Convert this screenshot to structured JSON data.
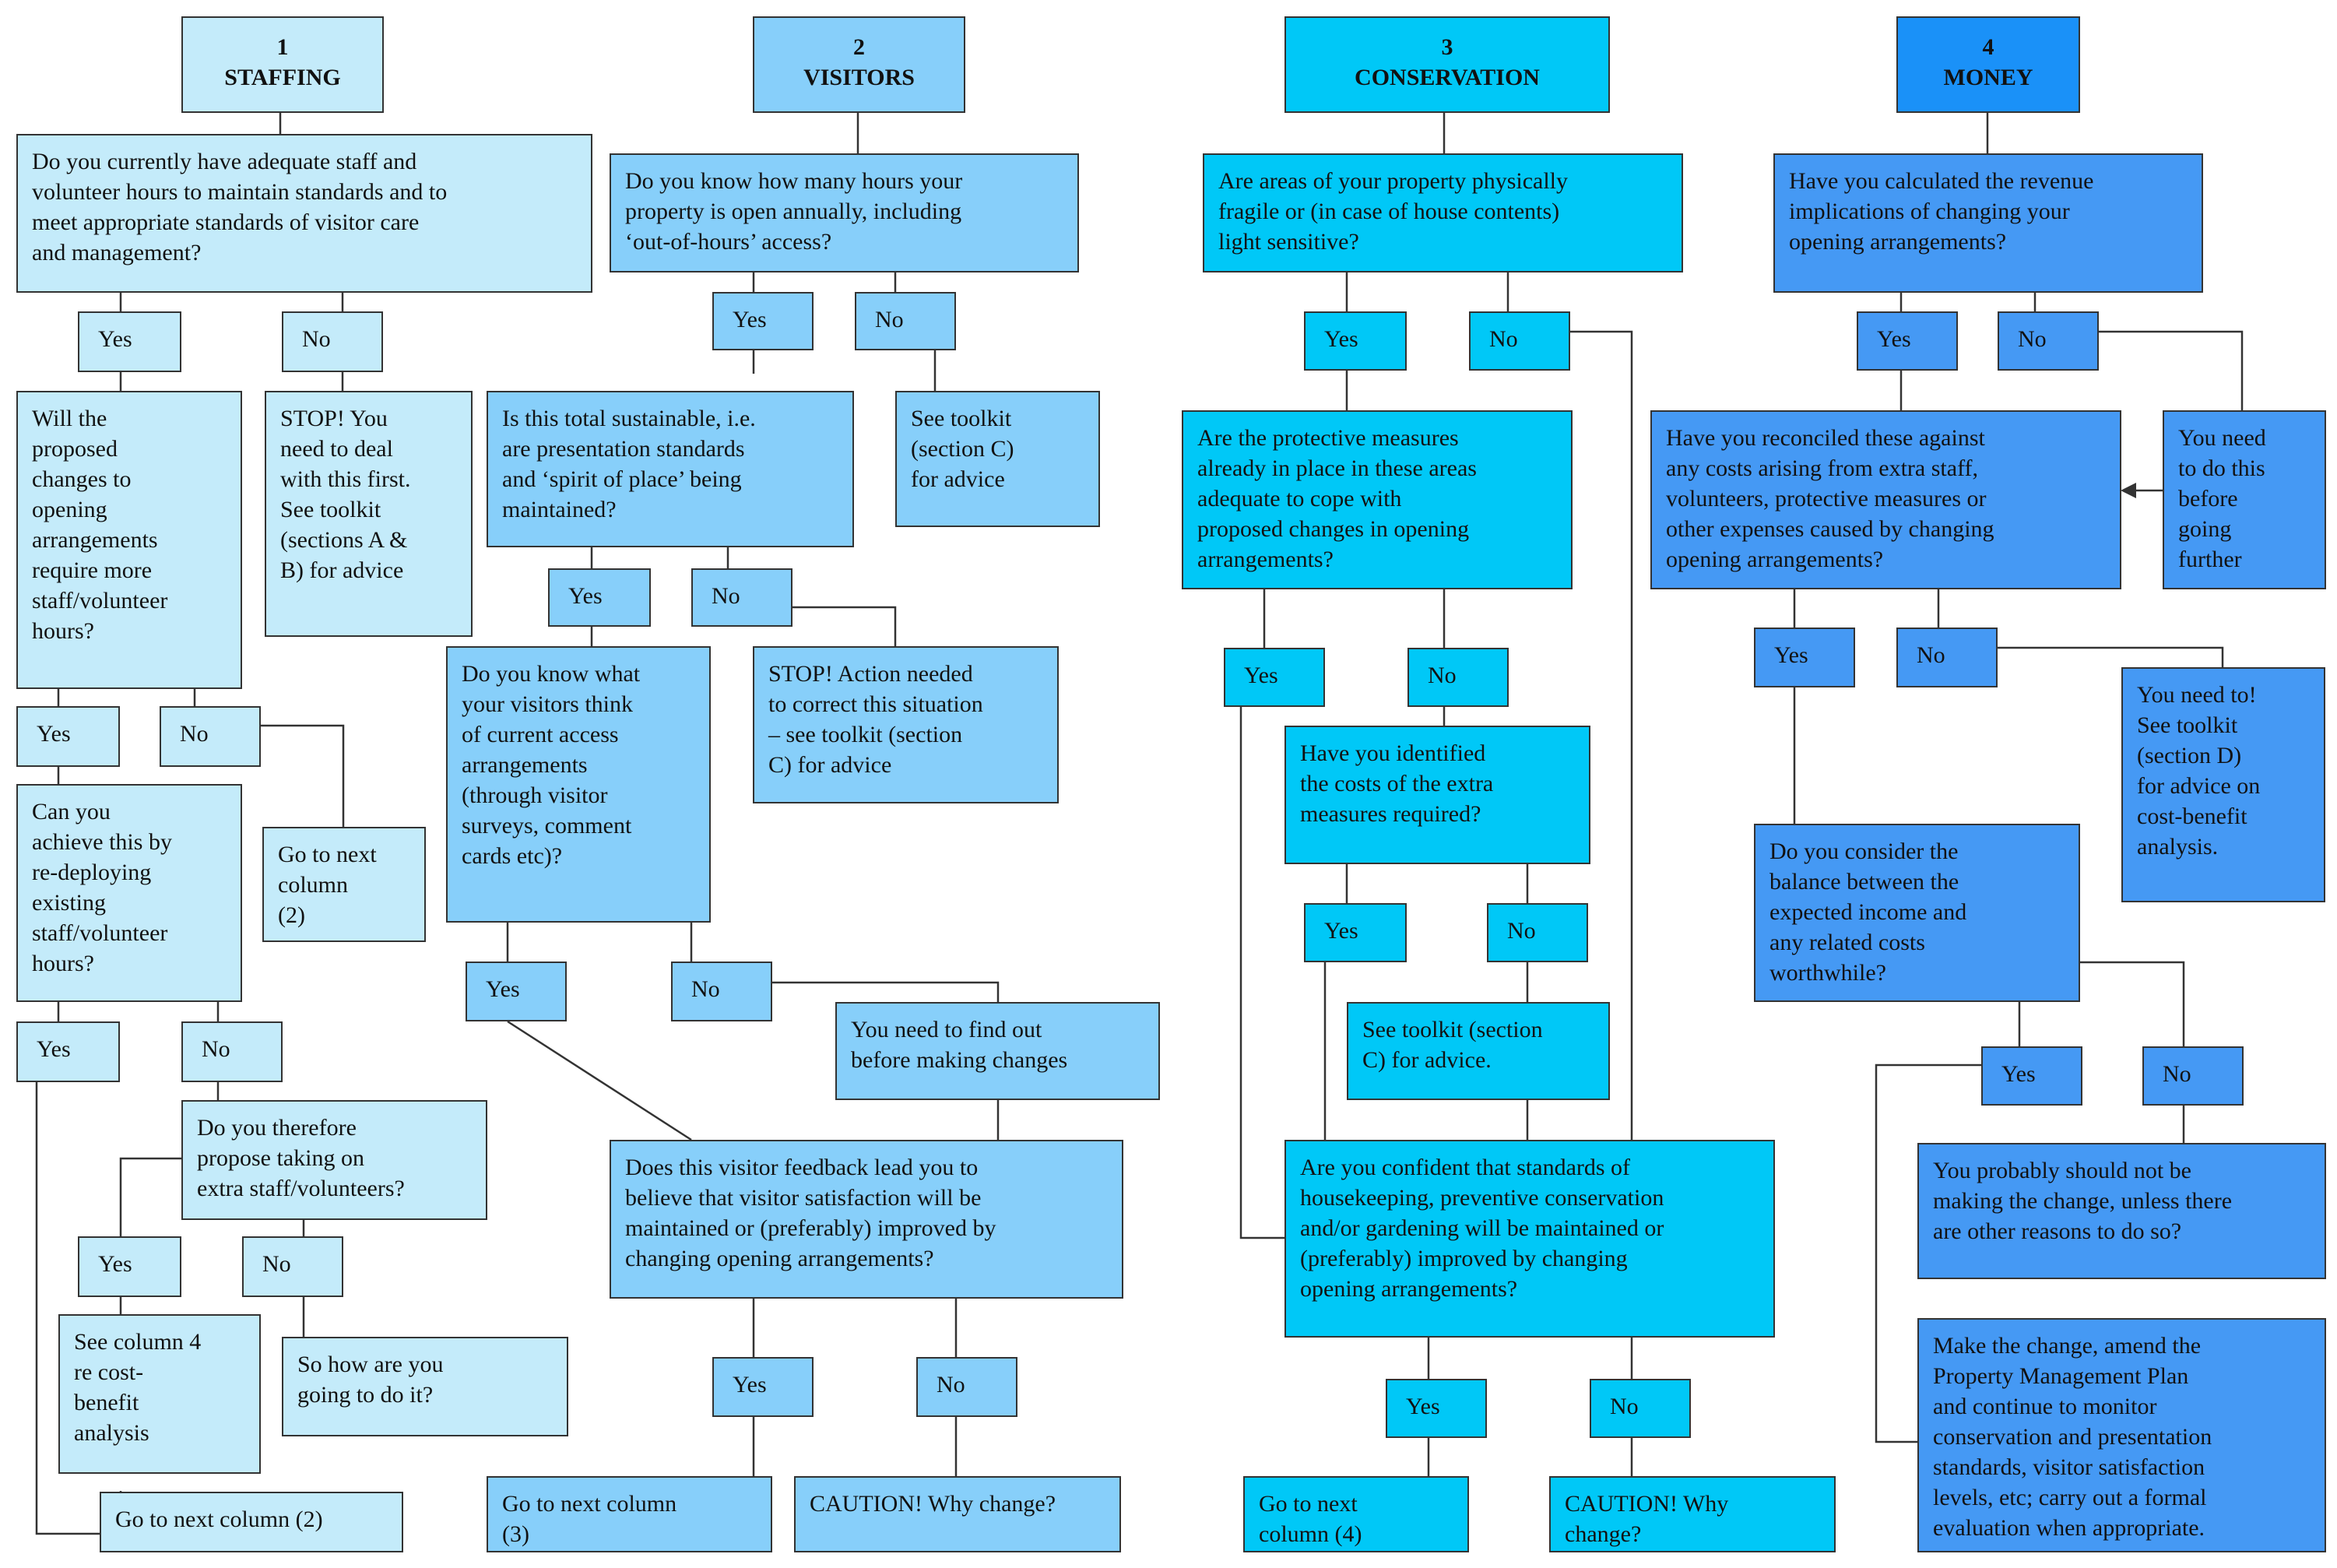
{
  "colors": {
    "col1": "#c4ebfa",
    "col2": "#87cffa",
    "col3": "#00c8f7",
    "col4": "#4599f4",
    "col4_header": "#1a91f8",
    "line": "#333333"
  },
  "col1": {
    "header": "1\nSTAFFING",
    "q1": "Do you currently have adequate staff and\nvolunteer hours to maintain standards and to\nmeet appropriate standards of visitor care\nand management?",
    "q1_yes": "Yes",
    "q1_no": "No",
    "stop": "STOP! You\nneed to deal\nwith this first.\nSee toolkit\n(sections A &\nB) for advice",
    "q2": "Will the\nproposed\nchanges to\nopening\narrangements\nrequire more\nstaff/volunteer\nhours?",
    "q2_yes": "Yes",
    "q2_no": "No",
    "next_col_a": "Go to next\ncolumn\n(2)",
    "q3": "Can you\nachieve this by\nre-deploying\nexisting\nstaff/volunteer\nhours?",
    "q3_yes": "Yes",
    "q3_no": "No",
    "q4": "Do you therefore\npropose taking on\nextra staff/volunteers?",
    "q4_yes": "Yes",
    "q4_no": "No",
    "see_col4": "See column 4\nre cost-\nbenefit\nanalysis",
    "how": "So how are you\ngoing to do it?",
    "next_col_b": "Go to next column (2)"
  },
  "col2": {
    "header": "2\nVISITORS",
    "q1": "Do you know how many hours your\nproperty is open annually, including\n‘out-of-hours’ access?",
    "q1_yes": "Yes",
    "q1_no": "No",
    "toolkit_c": "See toolkit\n(section C)\nfor advice",
    "q2": "Is this total sustainable, i.e.\nare presentation standards\nand ‘spirit of place’ being\nmaintained?",
    "q2_yes": "Yes",
    "q2_no": "No",
    "stop": "STOP!  Action needed\nto correct this situation\n– see toolkit (section\nC) for advice",
    "q3": "Do you know what\nyour visitors think\nof current access\narrangements\n(through visitor\nsurveys, comment\ncards etc)?",
    "q3_yes": "Yes",
    "q3_no": "No",
    "find_out": "You need to find out\nbefore making changes",
    "q4": "Does this visitor feedback lead you to\nbelieve that visitor satisfaction will be\nmaintained or (preferably) improved by\nchanging opening arrangements?",
    "q4_yes": "Yes",
    "q4_no": "No",
    "next_col": "Go to next column\n(3)",
    "caution": "CAUTION! Why change?"
  },
  "col3": {
    "header": "3\nCONSERVATION",
    "q1": "Are areas of your property physically\nfragile or (in case of house contents)\nlight sensitive?",
    "q1_yes": "Yes",
    "q1_no": "No",
    "q2": "Are the protective measures\nalready in place in these areas\nadequate to cope with\nproposed changes in opening\narrangements?",
    "q2_yes": "Yes",
    "q2_no": "No",
    "q3": "Have you identified\nthe costs of the extra\nmeasures required?",
    "q3_yes": "Yes",
    "q3_no": "No",
    "toolkit_c": "See toolkit (section\nC) for advice.",
    "q4": "Are you confident that standards of\nhousekeeping, preventive conservation\nand/or gardening will be maintained or\n(preferably) improved by changing\nopening arrangements?",
    "q4_yes": "Yes",
    "q4_no": "No",
    "next_col": "Go to next\ncolumn (4)",
    "caution": "CAUTION! Why\nchange?"
  },
  "col4": {
    "header": "4\nMONEY",
    "q1": "Have you calculated the revenue\nimplications of changing your\nopening arrangements?",
    "q1_yes": "Yes",
    "q1_no": "No",
    "need_do": "You need\nto do this\nbefore\ngoing\nfurther",
    "q2": "Have you reconciled these against\nany costs arising from extra staff,\nvolunteers, protective measures or\nother expenses caused by changing\nopening arrangements?",
    "q2_yes": "Yes",
    "q2_no": "No",
    "need_to": "You need to!\nSee toolkit\n(section D)\nfor advice on\ncost-benefit\nanalysis.",
    "q3": "Do you consider the\nbalance between the\nexpected income and\nany related costs\nworthwhile?",
    "q3_yes": "Yes",
    "q3_no": "No",
    "probably": "You probably should not be\nmaking the change, unless there\nare other reasons to do so?",
    "make_change": "Make the change, amend the\nProperty Management Plan\nand continue to monitor\nconservation and presentation\nstandards, visitor satisfaction\nlevels, etc; carry out a formal\nevaluation when appropriate."
  }
}
